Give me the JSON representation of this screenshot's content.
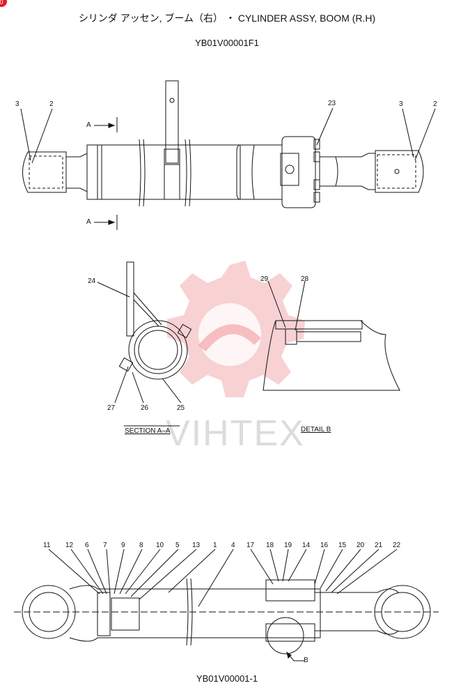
{
  "title": "シリンダ アッセン, ブーム（右） ・ CYLINDER ASSY, BOOM (R.H)",
  "top_code": "YB01V00001F1",
  "bottom_code": "YB01V00001-1",
  "section_label": "SECTION A–A",
  "detail_label": "DETAIL B",
  "watermark": "VIHTEX",
  "corner_badge": "0",
  "arrow_labels": {
    "a_top": "A",
    "a_bottom": "A",
    "b": "B"
  },
  "top_callouts": [
    "3",
    "2",
    "23",
    "3",
    "2"
  ],
  "section_callouts": [
    "24",
    "27",
    "26",
    "25"
  ],
  "detail_callouts": [
    "29",
    "28"
  ],
  "bottom_callouts": [
    "11",
    "12",
    "6",
    "7",
    "9",
    "8",
    "10",
    "5",
    "13",
    "1",
    "4",
    "17",
    "18",
    "19",
    "14",
    "16",
    "15",
    "20",
    "21",
    "22"
  ],
  "colors": {
    "line": "#111111",
    "watermark": "#f2b6b8"
  }
}
